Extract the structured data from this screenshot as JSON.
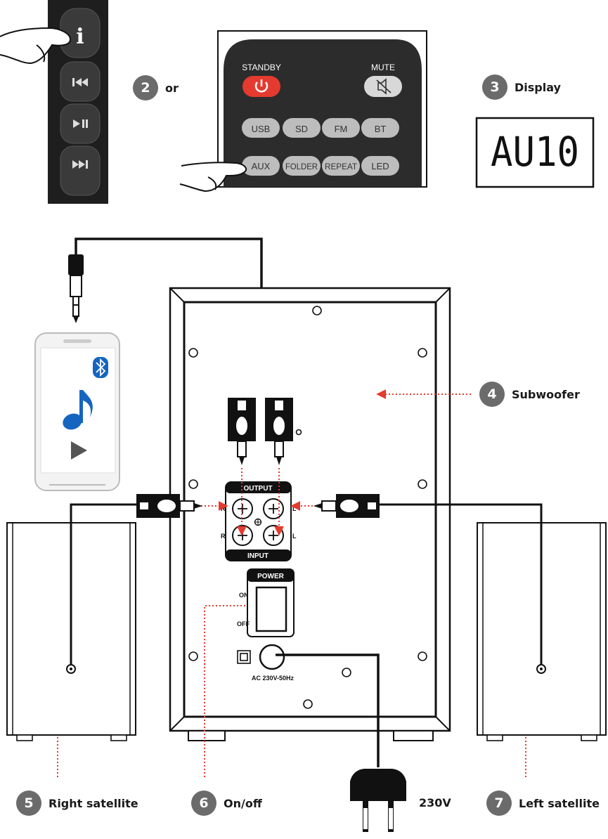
{
  "remote_side": {
    "info_glyph": "i",
    "buttons": [
      "prev-icon",
      "play-pause-icon",
      "next-icon"
    ]
  },
  "remote": {
    "standby_label": "STANDBY",
    "mute_label": "MUTE",
    "row1": [
      "USB",
      "SD",
      "FM",
      "BT"
    ],
    "row2": [
      "AUX",
      "FOLDER",
      "REPEAT",
      "LED"
    ]
  },
  "display": {
    "text": "AU10"
  },
  "amp_panel": {
    "output_label": "OUTPUT",
    "input_label": "INPUT",
    "r": "R",
    "l": "L",
    "power_label": "POWER",
    "on_label": "ON",
    "off_label": "OFF",
    "ac_label": "AC 230V-50Hz"
  },
  "steps": {
    "s2": {
      "num": "2",
      "label": "or"
    },
    "s3": {
      "num": "3",
      "label": "Display"
    },
    "s4": {
      "num": "4",
      "label": "Subwoofer"
    },
    "s5": {
      "num": "5",
      "label": "Right satellite"
    },
    "s6": {
      "num": "6",
      "label": "On/off"
    },
    "s7": {
      "num": "7",
      "label": "Left satellite"
    }
  },
  "plug_label": "230V",
  "colors": {
    "accent": "#e53a2f",
    "badge": "#6b6b6b",
    "line": "#111111",
    "phone_blue": "#1565c0",
    "remote_body": "#2c2c2c"
  }
}
